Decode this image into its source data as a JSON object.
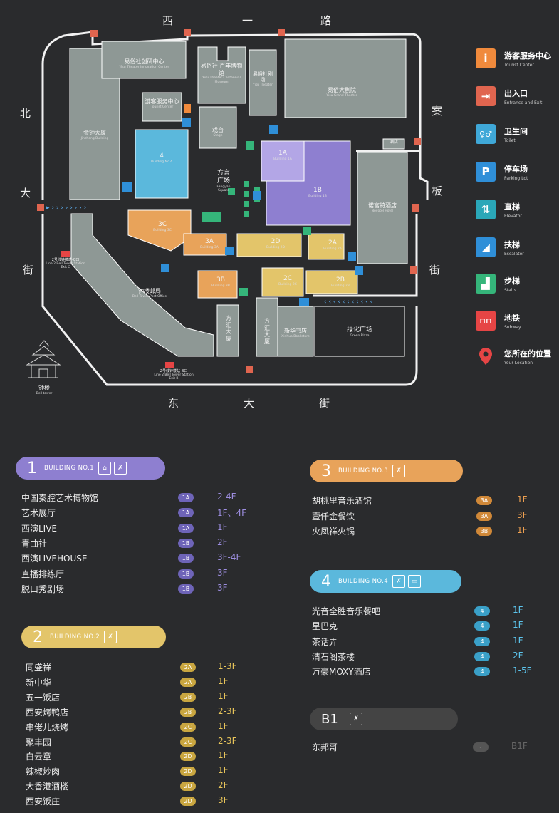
{
  "streets": {
    "north": [
      "西",
      "一",
      "路"
    ],
    "south": [
      "东",
      "大",
      "街"
    ],
    "west": [
      "北",
      "大",
      "街"
    ],
    "east": [
      "案",
      "板",
      "街"
    ]
  },
  "map": {
    "buildings": {
      "innovation_cn": "易俗社创研中心",
      "innovation_en": "Yisu Theater Innovation Center",
      "museum_cn": "易俗社 百年博物馆",
      "museum_en": "Yisu Theater Centennial Museum",
      "theater_cn": "易俗社剧场",
      "theater_en": "Yisu Theater",
      "grand_cn": "易俗大剧院",
      "grand_en": "Yisu Grand Theater",
      "tourist_cn": "游客服务中心",
      "tourist_en": "Tourist Center",
      "jinzhong_cn": "金钟大厦",
      "jinzhong_en": "Jinzhong Building",
      "stage_cn": "戏台",
      "stage_en": "Stage",
      "b4": "4",
      "b4_en": "Building No.4",
      "fangyan_cn": "方言广场",
      "fangyan_en": "Fangyan Square",
      "b1a": "1A",
      "b1a_en": "Building 1A",
      "b1b": "1B",
      "b1b_en": "Building 1B",
      "hotel_cn": "诺富特酒店",
      "hotel_en": "Novotel Hotel",
      "hotel_small": "酒店",
      "b3c": "3C",
      "b3c_en": "Building 3C",
      "b3a": "3A",
      "b3a_en": "Building 3A",
      "b2d": "2D",
      "b2d_en": "Building 2D",
      "b2a": "2A",
      "b2a_en": "Building 2A",
      "b3b": "3B",
      "b3b_en": "Building 3B",
      "b2c": "2C",
      "b2c_en": "Building 2C",
      "b2b": "2B",
      "b2b_en": "Building 2B",
      "post_cn": "钟楼邮局",
      "post_en": "Bell Tower Post Office",
      "fanghui1": "方汇大厦",
      "fanghui2": "方汇大厦",
      "xinhua_cn": "新华书店",
      "xinhua_en": "Xinhua Bookstore",
      "green_cn": "绿化广场",
      "green_en": "Green Plaza",
      "subway1": "2号线钟楼站-C口",
      "subway1_en": "Line 2 Bell Tower Station Exit C",
      "subway2": "2号线钟楼站-B口",
      "subway2_en": "Line 2 Bell Tower Station Exit B",
      "belltower_cn": "钟楼",
      "belltower_en": "Bell tower"
    }
  },
  "legend": [
    {
      "cn": "游客服务中心",
      "en": "Tourist Center",
      "icon": "info-icon",
      "color": "#f08a3c",
      "glyph": "i"
    },
    {
      "cn": "出入口",
      "en": "Entrance and Exit",
      "icon": "exit-icon",
      "color": "#e0654f",
      "glyph": "⇥"
    },
    {
      "cn": "卫生间",
      "en": "Toilet",
      "icon": "toilet-icon",
      "color": "#3fa8d8",
      "glyph": "♀♂"
    },
    {
      "cn": "停车场",
      "en": "Parking Lot",
      "icon": "parking-icon",
      "color": "#2f8fd8",
      "glyph": "P"
    },
    {
      "cn": "直梯",
      "en": "Elevator",
      "icon": "elevator-icon",
      "color": "#2aa7b8",
      "glyph": "⇅"
    },
    {
      "cn": "扶梯",
      "en": "Escalator",
      "icon": "escalator-icon",
      "color": "#2f8fd8",
      "glyph": "◢"
    },
    {
      "cn": "步梯",
      "en": "Stairs",
      "icon": "stairs-icon",
      "color": "#35b57a",
      "glyph": "▟"
    },
    {
      "cn": "地铁",
      "en": "Subway",
      "icon": "subway-icon",
      "color": "#e64545",
      "glyph": "⊓⊓"
    },
    {
      "cn": "您所在的位置",
      "en": "Your Location",
      "icon": "location-pin-icon",
      "color": "#e64545",
      "glyph": ""
    }
  ],
  "directory": {
    "b1": {
      "num": "1",
      "title": "BUILDING NO.1",
      "color": "#8e7fd0",
      "badge_color": "#6e64b8",
      "floor_color": "#9d8ee0",
      "rows": [
        {
          "name": "中国秦腔艺术博物馆",
          "badge": "1A",
          "floor": "2-4F"
        },
        {
          "name": "艺术展厅",
          "badge": "1A",
          "floor": "1F、4F"
        },
        {
          "name": "西演LIVE",
          "badge": "1A",
          "floor": "1F"
        },
        {
          "name": "青曲社",
          "badge": "1B",
          "floor": "2F"
        },
        {
          "name": "西演LIVEHOUSE",
          "badge": "1B",
          "floor": "3F-4F"
        },
        {
          "name": "直播排练厅",
          "badge": "1B",
          "floor": "3F"
        },
        {
          "name": "脱口秀剧场",
          "badge": "1B",
          "floor": "3F"
        }
      ]
    },
    "b2": {
      "num": "2",
      "title": "BUILDING NO.2",
      "color": "#e3c56a",
      "badge_color": "#c9a640",
      "floor_color": "#e8c55a",
      "rows": [
        {
          "name": "同盛祥",
          "badge": "2A",
          "floor": "1-3F"
        },
        {
          "name": "新中华",
          "badge": "2A",
          "floor": "1F"
        },
        {
          "name": "五一饭店",
          "badge": "2B",
          "floor": "1F"
        },
        {
          "name": "西安烤鸭店",
          "badge": "2B",
          "floor": "2-3F"
        },
        {
          "name": "串佬儿烧烤",
          "badge": "2C",
          "floor": "1F"
        },
        {
          "name": "聚丰园",
          "badge": "2C",
          "floor": "2-3F"
        },
        {
          "name": "白云章",
          "badge": "2D",
          "floor": "1F"
        },
        {
          "name": "辣椒炒肉",
          "badge": "2D",
          "floor": "1F"
        },
        {
          "name": "大香港酒楼",
          "badge": "2D",
          "floor": "2F"
        },
        {
          "name": "西安饭庄",
          "badge": "2D",
          "floor": "3F"
        }
      ]
    },
    "b3": {
      "num": "3",
      "title": "BUILDING NO.3",
      "color": "#e8a35a",
      "badge_color": "#d08838",
      "floor_color": "#eea050",
      "rows": [
        {
          "name": "胡桃里音乐酒馆",
          "badge": "3A",
          "floor": "1F"
        },
        {
          "name": "壹仟金餐饮",
          "badge": "3A",
          "floor": "3F"
        },
        {
          "name": "火凤祥火锅",
          "badge": "3B",
          "floor": "1F"
        }
      ]
    },
    "b4": {
      "num": "4",
      "title": "BUILDING NO.4",
      "color": "#5bb8dc",
      "badge_color": "#3aa0c8",
      "floor_color": "#5cc4ec",
      "rows": [
        {
          "name": "光音全胜音乐餐吧",
          "badge": "4",
          "floor": "1F"
        },
        {
          "name": "星巴克",
          "badge": "4",
          "floor": "1F"
        },
        {
          "name": "茶话弄",
          "badge": "4",
          "floor": "1F"
        },
        {
          "name": "清石阁茶楼",
          "badge": "4",
          "floor": "2F"
        },
        {
          "name": "万豪MOXY酒店",
          "badge": "4",
          "floor": "1-5F"
        }
      ]
    },
    "b1f": {
      "num": "B1",
      "color": "#4a4a4a",
      "badge_color": "#555",
      "floor_color": "#666",
      "rows": [
        {
          "name": "东邦哥",
          "badge": "-",
          "floor": "B1F"
        }
      ]
    }
  }
}
